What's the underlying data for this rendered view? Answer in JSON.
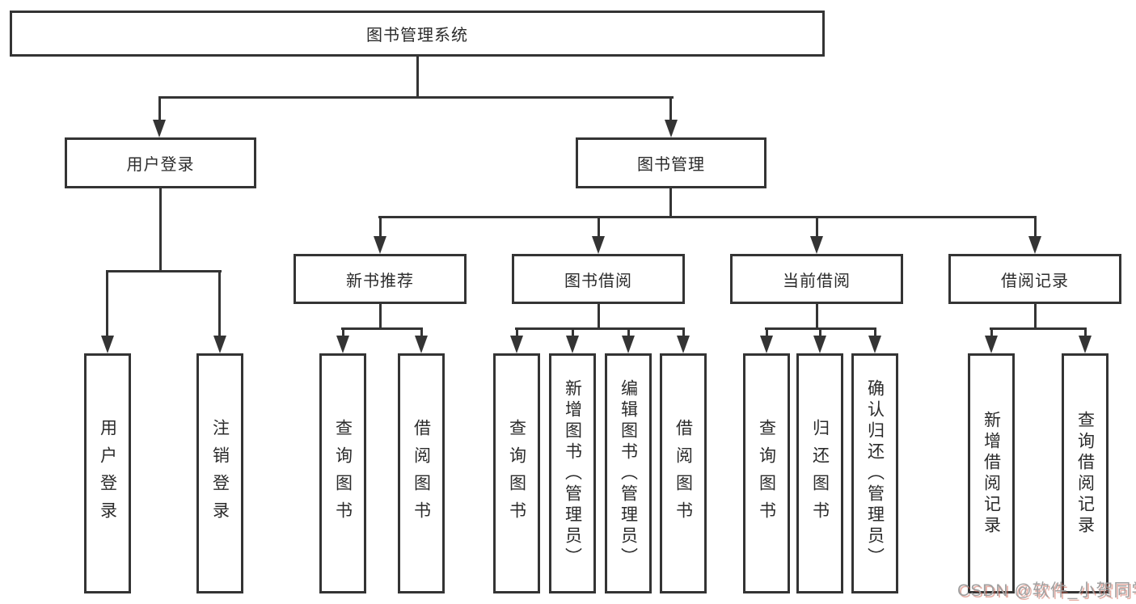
{
  "diagram_title": "图书管理系统",
  "colors": {
    "line": "#343434",
    "box_border": "#343434",
    "text": "#2b2b2b",
    "background": "#ffffff",
    "watermark": "#a0a0a0"
  },
  "tree": {
    "label": "图书管理系统",
    "children": [
      {
        "label": "用户登录",
        "children": [
          {
            "label": "用户登录"
          },
          {
            "label": "注销登录"
          }
        ]
      },
      {
        "label": "图书管理",
        "children": [
          {
            "label": "新书推荐",
            "children": [
              {
                "label": "查询图书"
              },
              {
                "label": "借阅图书"
              }
            ]
          },
          {
            "label": "图书借阅",
            "children": [
              {
                "label": "查询图书"
              },
              {
                "label": "新增图书（管理员）"
              },
              {
                "label": "编辑图书（管理员）"
              },
              {
                "label": "借阅图书"
              }
            ]
          },
          {
            "label": "当前借阅",
            "children": [
              {
                "label": "查询图书"
              },
              {
                "label": "归还图书"
              },
              {
                "label": "确认归还（管理员）"
              }
            ]
          },
          {
            "label": "借阅记录",
            "children": [
              {
                "label": "新增借阅记录"
              },
              {
                "label": "查询借阅记录"
              }
            ]
          }
        ]
      }
    ]
  },
  "watermark": {
    "text": "CSDN @软件_小贺同学"
  }
}
